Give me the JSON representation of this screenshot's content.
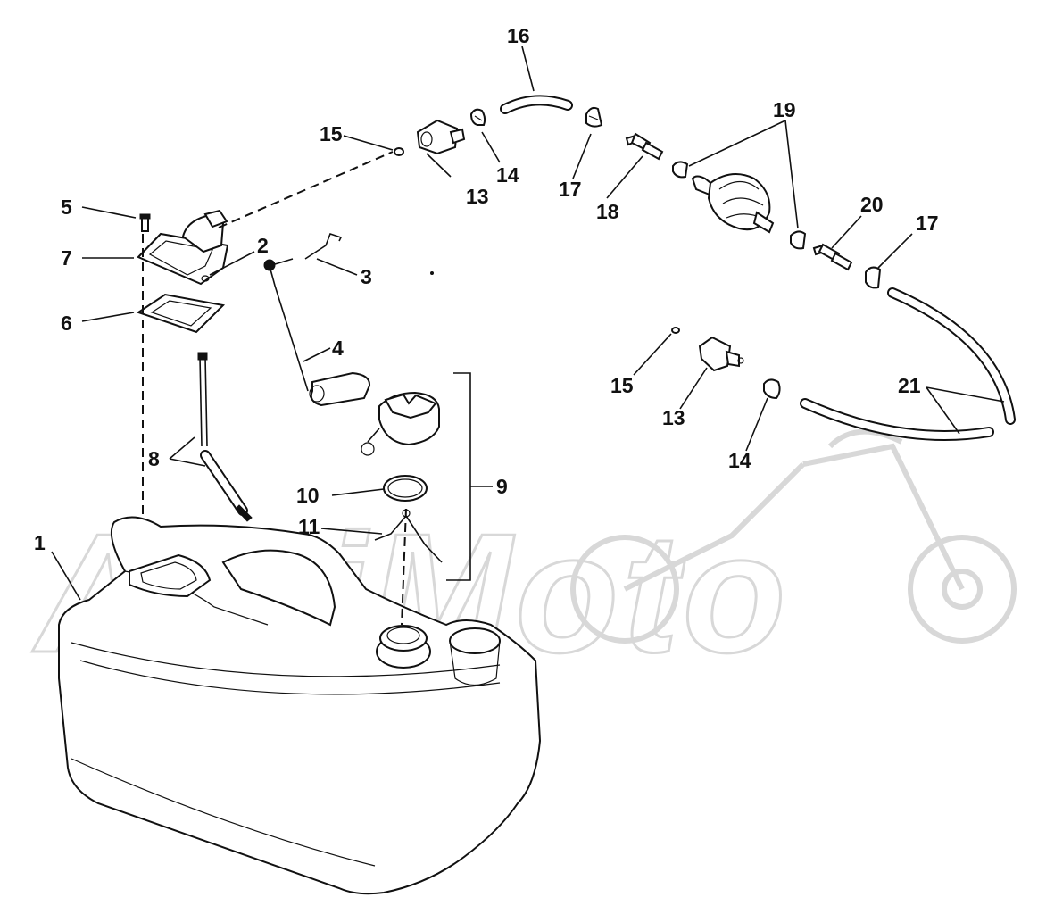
{
  "watermark": "ActiMoto",
  "callouts": [
    {
      "id": "callout-1",
      "text": "1"
    },
    {
      "id": "callout-2",
      "text": "2"
    },
    {
      "id": "callout-3",
      "text": "3"
    },
    {
      "id": "callout-4",
      "text": "4"
    },
    {
      "id": "callout-5",
      "text": "5"
    },
    {
      "id": "callout-6",
      "text": "6"
    },
    {
      "id": "callout-7",
      "text": "7"
    },
    {
      "id": "callout-8",
      "text": "8"
    },
    {
      "id": "callout-9",
      "text": "9"
    },
    {
      "id": "callout-10",
      "text": "10"
    },
    {
      "id": "callout-11",
      "text": "11"
    },
    {
      "id": "callout-13a",
      "text": "13"
    },
    {
      "id": "callout-13b",
      "text": "13"
    },
    {
      "id": "callout-14a",
      "text": "14"
    },
    {
      "id": "callout-14b",
      "text": "14"
    },
    {
      "id": "callout-15a",
      "text": "15"
    },
    {
      "id": "callout-15b",
      "text": "15"
    },
    {
      "id": "callout-16",
      "text": "16"
    },
    {
      "id": "callout-17a",
      "text": "17"
    },
    {
      "id": "callout-17b",
      "text": "17"
    },
    {
      "id": "callout-18",
      "text": "18"
    },
    {
      "id": "callout-19",
      "text": "19"
    },
    {
      "id": "callout-20",
      "text": "20"
    },
    {
      "id": "callout-21",
      "text": "21"
    }
  ]
}
